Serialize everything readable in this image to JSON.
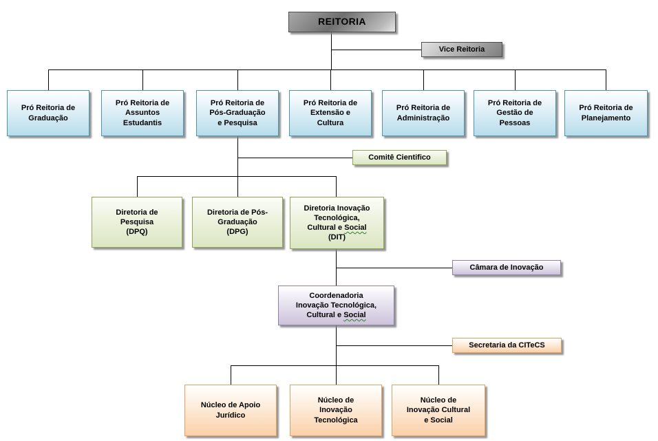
{
  "diagram": {
    "type": "org-chart",
    "background": "#ffffff",
    "line_color": "#000000",
    "palette": {
      "root_metal": "#8c8c8c",
      "blue_fill": "#b7dcea",
      "blue_border": "#4a97ad",
      "green_fill": "#dbe6c3",
      "green_border": "#8fa457",
      "purple_fill": "#ccc2da",
      "purple_border": "#8f7fa8",
      "orange_fill": "#fad0a8",
      "orange_border": "#eb9e5e"
    },
    "nodes": {
      "reitoria": "REITORIA",
      "vice_reitoria": "Vice Reitoria",
      "pro_graduacao": "Pró Reitoria de\nGraduação",
      "pro_assuntos_estudantis": "Pró Reitoria de\nAssuntos\nEstudantis",
      "pro_pos_graduacao_pesquisa": "Pró Reitoria de\nPós-Graduação\ne Pesquisa",
      "pro_extensao_cultura": "Pró Reitoria de\nExtensão e\nCultura",
      "pro_administracao": "Pró Reitoria de\nAdministração",
      "pro_gestao_pessoas": "Pró Reitoria de\nGestão de\nPessoas",
      "pro_planejamento": "Pró Reitoria de\nPlanejamento",
      "comite_cientifico": "Comitê Cientifico",
      "diretoria_pesquisa": "Diretoria de\nPesquisa\n(DPQ)",
      "diretoria_pos_graduacao": "Diretoria de Pós-\nGraduação\n(DPG)",
      "diretoria_inovacao": {
        "pre": "Diretoria Inovação\nTecnológica,\nCultural e ",
        "wavy": "Social",
        "post": "\n(DIT)"
      },
      "camara_inovacao": "Câmara de Inovação",
      "coordenadoria_inovacao": {
        "pre": "Coordenadoria\nInovação Tecnológica,\nCultural e ",
        "wavy": "Social",
        "post": ""
      },
      "secretaria_citecs": "Secretaria da CITeCS",
      "nucleo_apoio_juridico": "Núcleo de Apoio\nJurídico",
      "nucleo_inovacao_tecnologica": "Núcleo de\nInovação\nTecnológica",
      "nucleo_inovacao_cultural_social": "Núcleo de\nInovação Cultural\ne Social"
    }
  }
}
